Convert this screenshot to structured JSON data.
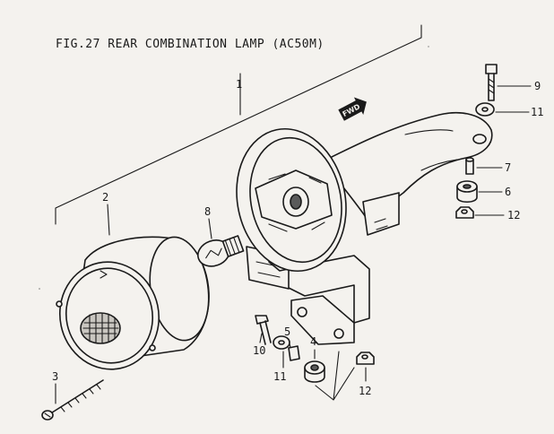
{
  "title": "FIG.27  REAR COMBINATION LAMP (AC50M)",
  "fwd_label": "FWD",
  "callouts": [
    {
      "id": "c1",
      "text": "1"
    },
    {
      "id": "c2",
      "text": "2"
    },
    {
      "id": "c3",
      "text": "3"
    },
    {
      "id": "c4",
      "text": "4"
    },
    {
      "id": "c5",
      "text": "5"
    },
    {
      "id": "c6",
      "text": "6"
    },
    {
      "id": "c7",
      "text": "7"
    },
    {
      "id": "c8",
      "text": "8"
    },
    {
      "id": "c9",
      "text": "9"
    },
    {
      "id": "c10",
      "text": "10"
    },
    {
      "id": "c11a",
      "text": "11"
    },
    {
      "id": "c11b",
      "text": "11"
    },
    {
      "id": "c12a",
      "text": "12"
    },
    {
      "id": "c12b",
      "text": "12"
    }
  ]
}
